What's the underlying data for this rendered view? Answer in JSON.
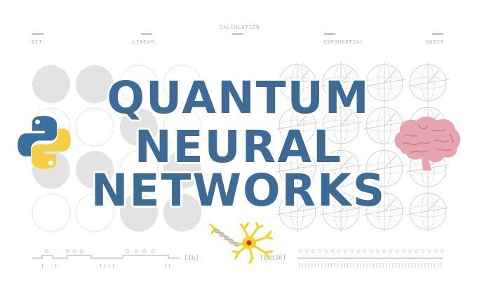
{
  "labels": {
    "calculation": "CALCULATION",
    "bit": "BIT",
    "linear": "LINEAR",
    "exponential": "EXPONENTIAL",
    "qubit": "QUBIT"
  },
  "title": {
    "line1": "QUANTUM",
    "line2": "NEURAL",
    "line3": "NETWORKS"
  },
  "bottom": {
    "small_count": "[16]",
    "large_count": "[65536]"
  },
  "colors": {
    "title": "#3d6b95",
    "python_blue": "#3b6fa0",
    "python_yellow": "#f5cf45",
    "brain": "#e6a5ae",
    "neuron": "#f2d22c",
    "neuron_core": "#d62828"
  }
}
